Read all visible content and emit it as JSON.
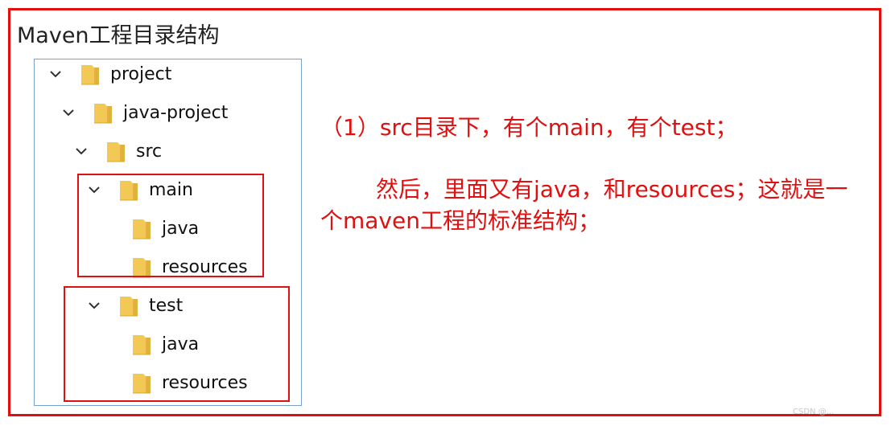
{
  "title": "Maven工程目录结构",
  "tree": {
    "nodes": [
      {
        "label": "project",
        "expanded": true
      },
      {
        "label": "java-project",
        "expanded": true
      },
      {
        "label": "src",
        "expanded": true
      },
      {
        "label": "main",
        "expanded": true
      },
      {
        "label": "java",
        "expanded": false
      },
      {
        "label": "resources",
        "expanded": false
      },
      {
        "label": "test",
        "expanded": true
      },
      {
        "label": "java",
        "expanded": false
      },
      {
        "label": "resources",
        "expanded": false
      }
    ]
  },
  "notes": {
    "line1": "（1）src目录下，有个main，有个test；",
    "line2": "然后，里面又有java，和resources；这就是一",
    "line3": "个maven工程的标准结构；"
  },
  "watermark": "CSDN @...",
  "colors": {
    "accent": "#e01010",
    "folder": "#f4c855",
    "folder_dark": "#d9a92e",
    "tree_border": "#7aa0cf"
  }
}
